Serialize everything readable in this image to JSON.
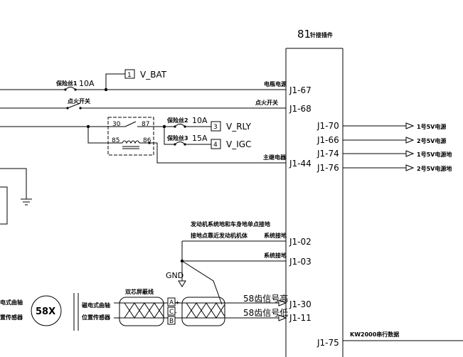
{
  "connector": {
    "title_number": "81",
    "title_suffix": "针接插件",
    "left_pins": [
      "J1-67",
      "J1-68",
      "J1-44",
      "J1-02",
      "J1-03",
      "J1-30",
      "J1-11"
    ],
    "right_pins": [
      "J1-70",
      "J1-66",
      "J1-74",
      "J1-76",
      "J1-75"
    ]
  },
  "left_wires": {
    "w67_fuse": "保险丝1",
    "w67_amp": "10A",
    "w67_label": "电瓶电源",
    "w68_switch": "点火开关",
    "w68_label": "点火开关",
    "w44_label": "主继电器",
    "w02_label": "系统接地",
    "w03_label": "系统接地",
    "note_line1": "发动机系统地和车身地单点接地",
    "note_line2": "接地点靠近发动机机体",
    "gnd": "GND"
  },
  "relay": {
    "pin30": "30",
    "pin87": "87",
    "pin85": "85",
    "pin86": "86"
  },
  "fuses": {
    "f2_name": "保险丝2",
    "f2_amp": "10A",
    "f3_name": "保险丝3",
    "f3_amp": "15A"
  },
  "terminals": [
    {
      "num": "1",
      "label": "V_BAT"
    },
    {
      "num": "3",
      "label": "V_RLY"
    },
    {
      "num": "4",
      "label": "V_IGC"
    }
  ],
  "outputs": [
    {
      "label": "1号5V电源"
    },
    {
      "label": "2号5V电源"
    },
    {
      "label": "1号5V电源地"
    },
    {
      "label": "2号5V电源地"
    }
  ],
  "sensor": {
    "wheel": "58X",
    "left_text_line1": "电式曲轴",
    "left_text_line2": "置传感器",
    "sensor_line1": "磁电式曲轴",
    "sensor_line2": "位置传感器",
    "cable_label": "双芯屏蔽线",
    "pin_a": "A",
    "pin_plus": "+",
    "pin_c": "C",
    "pin_minus": "-",
    "pin_b": "B",
    "sig_plus": "58齿信号高",
    "sig_minus": "58齿信号低"
  },
  "bus": {
    "label": "KW2000串行数据"
  }
}
